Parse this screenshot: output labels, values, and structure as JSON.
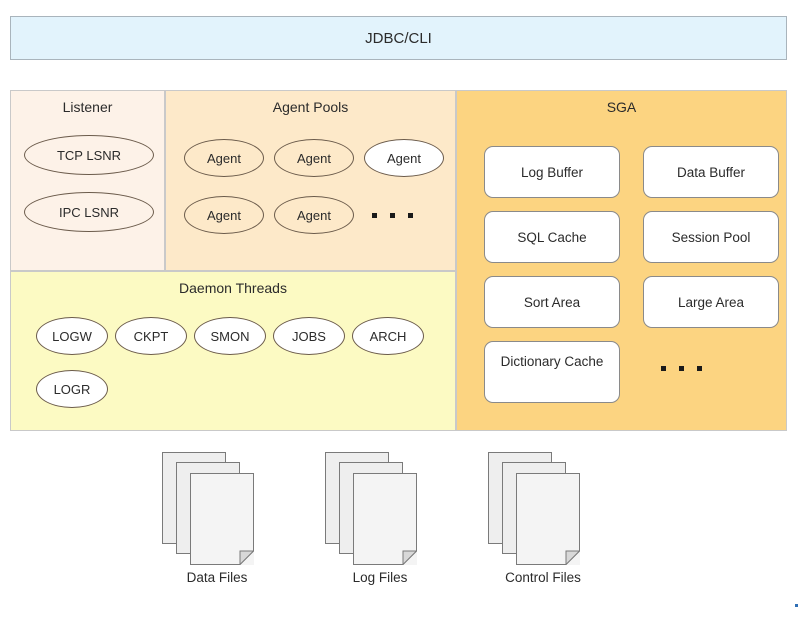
{
  "client": {
    "label": "JDBC/CLI",
    "bg_color": "#e2f3fc"
  },
  "panels": {
    "listener": {
      "title": "Listener",
      "bg_color": "#fdf2e8",
      "nodes": [
        {
          "label": "TCP LSNR",
          "fill": "none"
        },
        {
          "label": "IPC LSNR",
          "fill": "none"
        }
      ]
    },
    "agent_pools": {
      "title": "Agent Pools",
      "bg_color": "#fde9c9",
      "nodes": [
        {
          "label": "Agent",
          "fill": "none"
        },
        {
          "label": "Agent",
          "fill": "none"
        },
        {
          "label": "Agent",
          "fill": "white"
        },
        {
          "label": "Agent",
          "fill": "none"
        },
        {
          "label": "Agent",
          "fill": "none"
        }
      ],
      "more_indicator": "..."
    },
    "daemon_threads": {
      "title": "Daemon Threads",
      "bg_color": "#fcfac3",
      "nodes": [
        {
          "label": "LOGW"
        },
        {
          "label": "CKPT"
        },
        {
          "label": "SMON"
        },
        {
          "label": "JOBS"
        },
        {
          "label": "ARCH"
        },
        {
          "label": "LOGR"
        }
      ]
    },
    "sga": {
      "title": "SGA",
      "bg_color": "#fcd481",
      "components": [
        {
          "label": "Log Buffer"
        },
        {
          "label": "Data Buffer"
        },
        {
          "label": "SQL Cache"
        },
        {
          "label": "Session Pool"
        },
        {
          "label": "Sort Area"
        },
        {
          "label": "Large Area"
        },
        {
          "label": "Dictionary Cache"
        }
      ],
      "more_indicator": "..."
    }
  },
  "storage": {
    "stacks": [
      {
        "label": "Data Files"
      },
      {
        "label": "Log Files"
      },
      {
        "label": "Control Files"
      }
    ]
  }
}
